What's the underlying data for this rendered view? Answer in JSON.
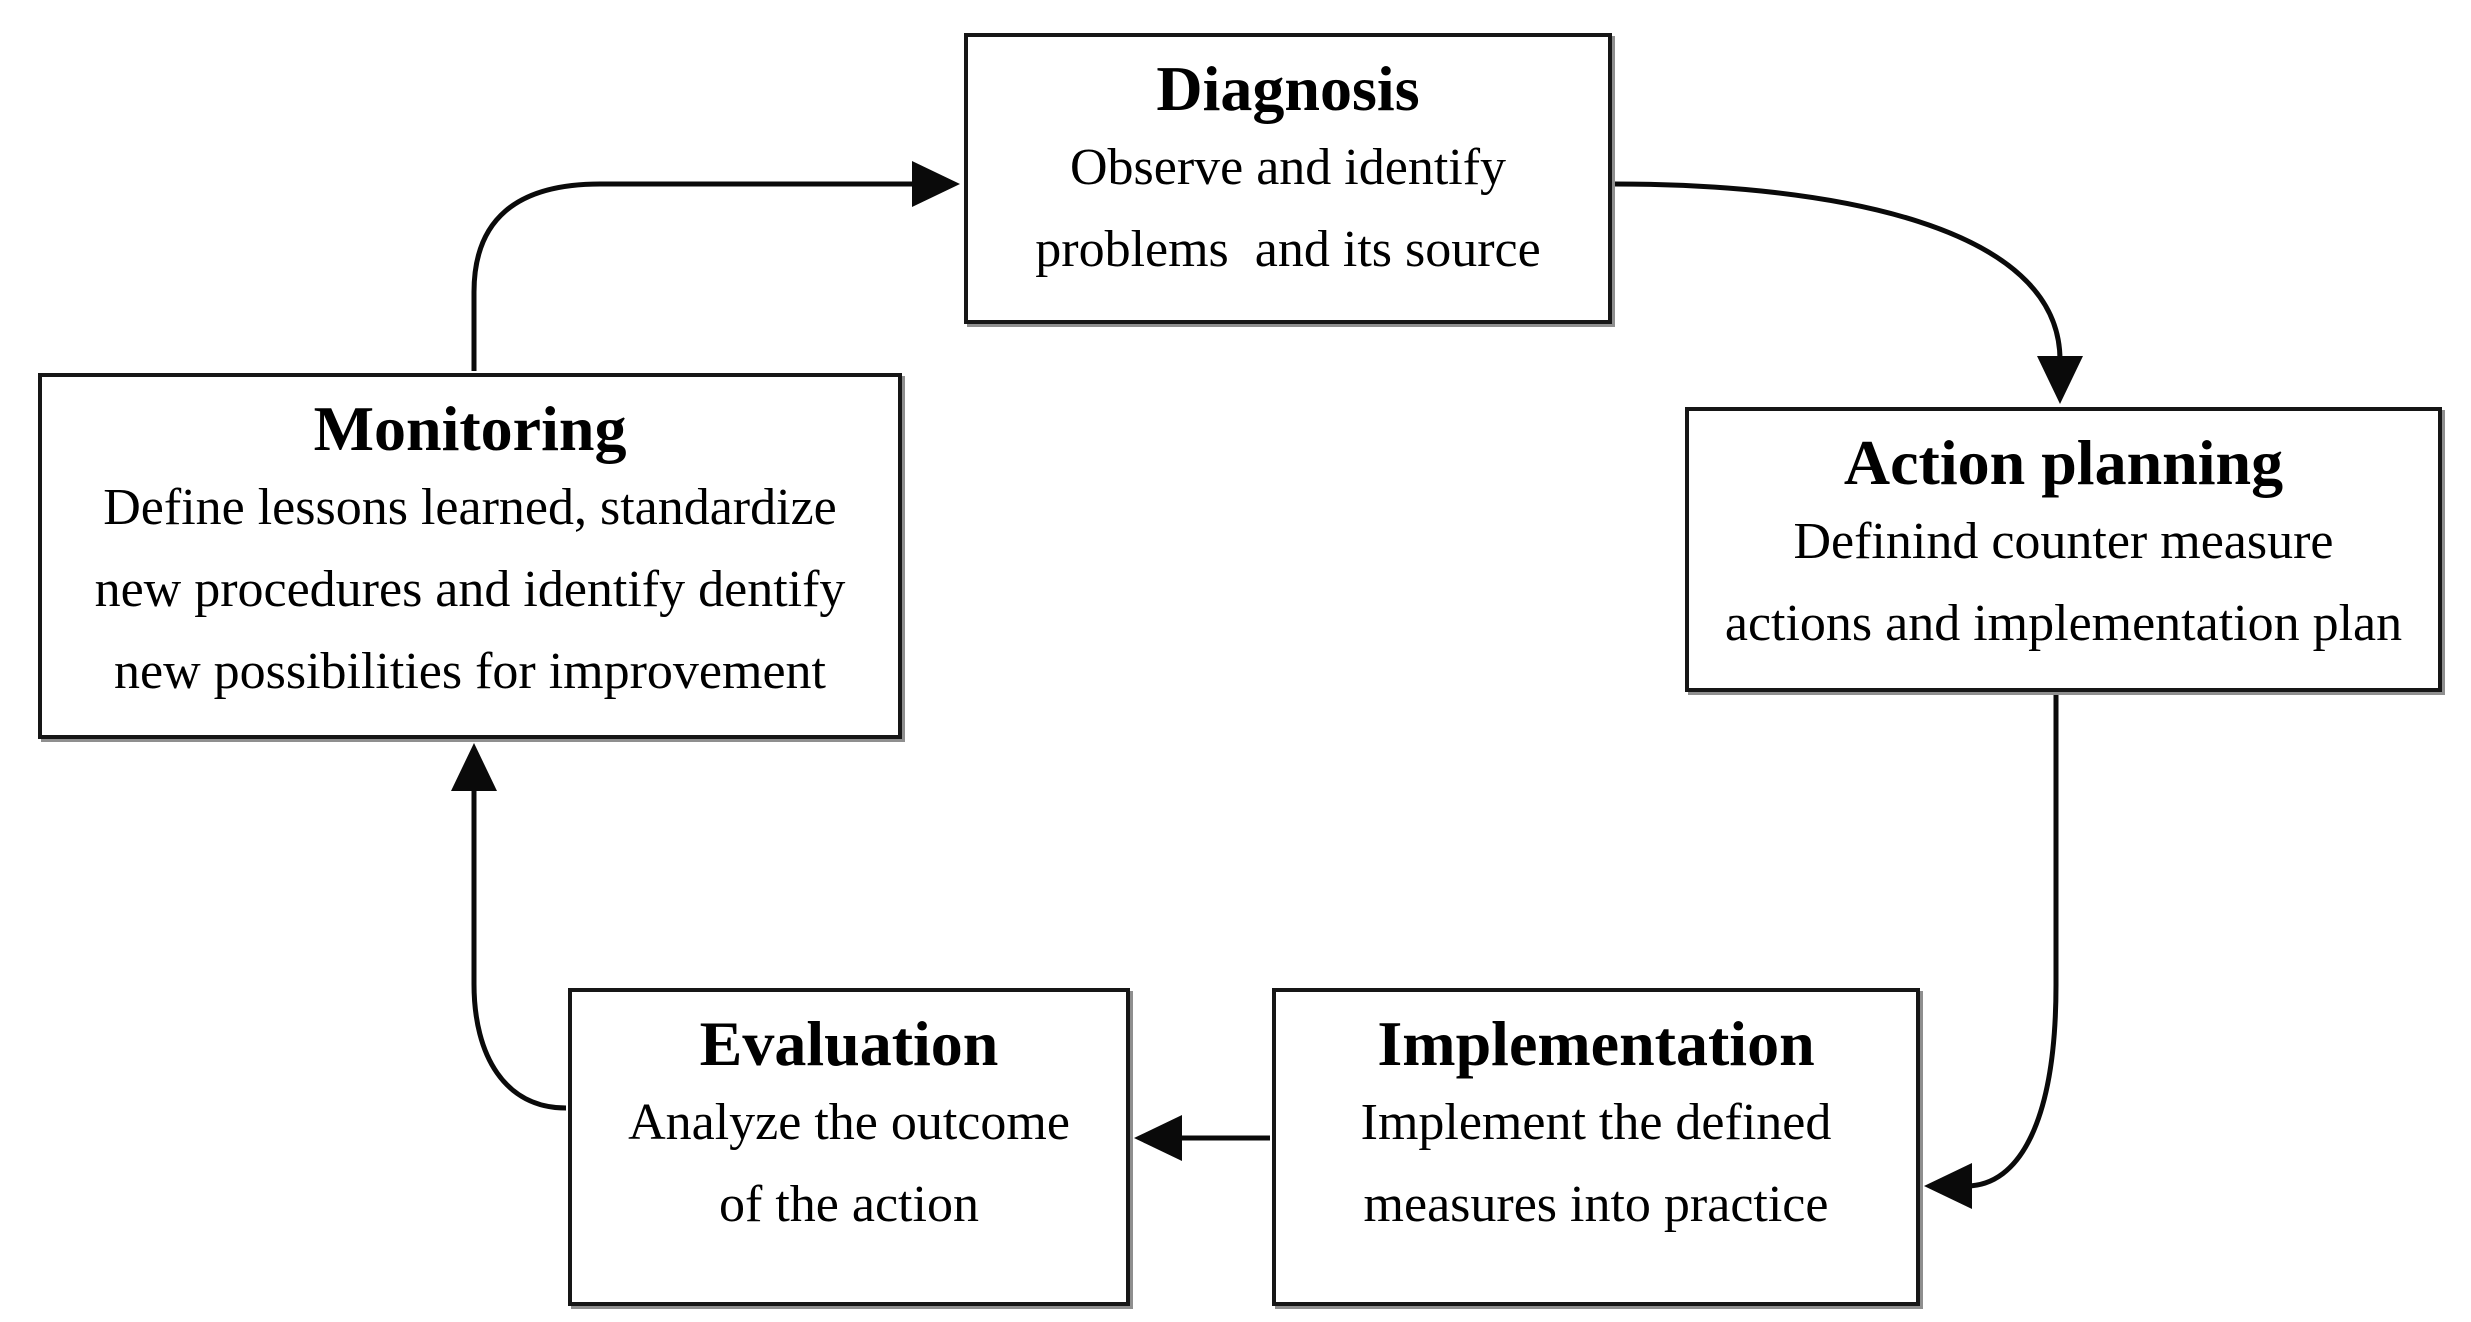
{
  "colors": {
    "background": "#ffffff",
    "box_fill": "#ffffff",
    "box_border": "#161616",
    "box_shadow": "#8f8f8f",
    "arrow": "#0a0a0a",
    "text": "#000000"
  },
  "nodes": {
    "diagnosis": {
      "title": "Diagnosis",
      "line1": "Observe and identify",
      "line2": "problems  and its source",
      "line3": ""
    },
    "action_planning": {
      "title": "Action planning",
      "line1": "Definind counter measure",
      "line2": "actions and implementation plan",
      "line3": ""
    },
    "implementation": {
      "title": "Implementation",
      "line1": "Implement the defined",
      "line2": "measures into practice",
      "line3": ""
    },
    "evaluation": {
      "title": "Evaluation",
      "line1": "Analyze the outcome",
      "line2": "of the action",
      "line3": ""
    },
    "monitoring": {
      "title": "Monitoring",
      "line1": "Define lessons learned, standardize",
      "line2": "new procedures and identify dentify",
      "line3": "new possibilities for improvement"
    }
  },
  "edges": [
    {
      "from": "Monitoring",
      "to": "Diagnosis"
    },
    {
      "from": "Diagnosis",
      "to": "Action planning"
    },
    {
      "from": "Action planning",
      "to": "Implementation"
    },
    {
      "from": "Implementation",
      "to": "Evaluation"
    },
    {
      "from": "Evaluation",
      "to": "Monitoring"
    }
  ]
}
